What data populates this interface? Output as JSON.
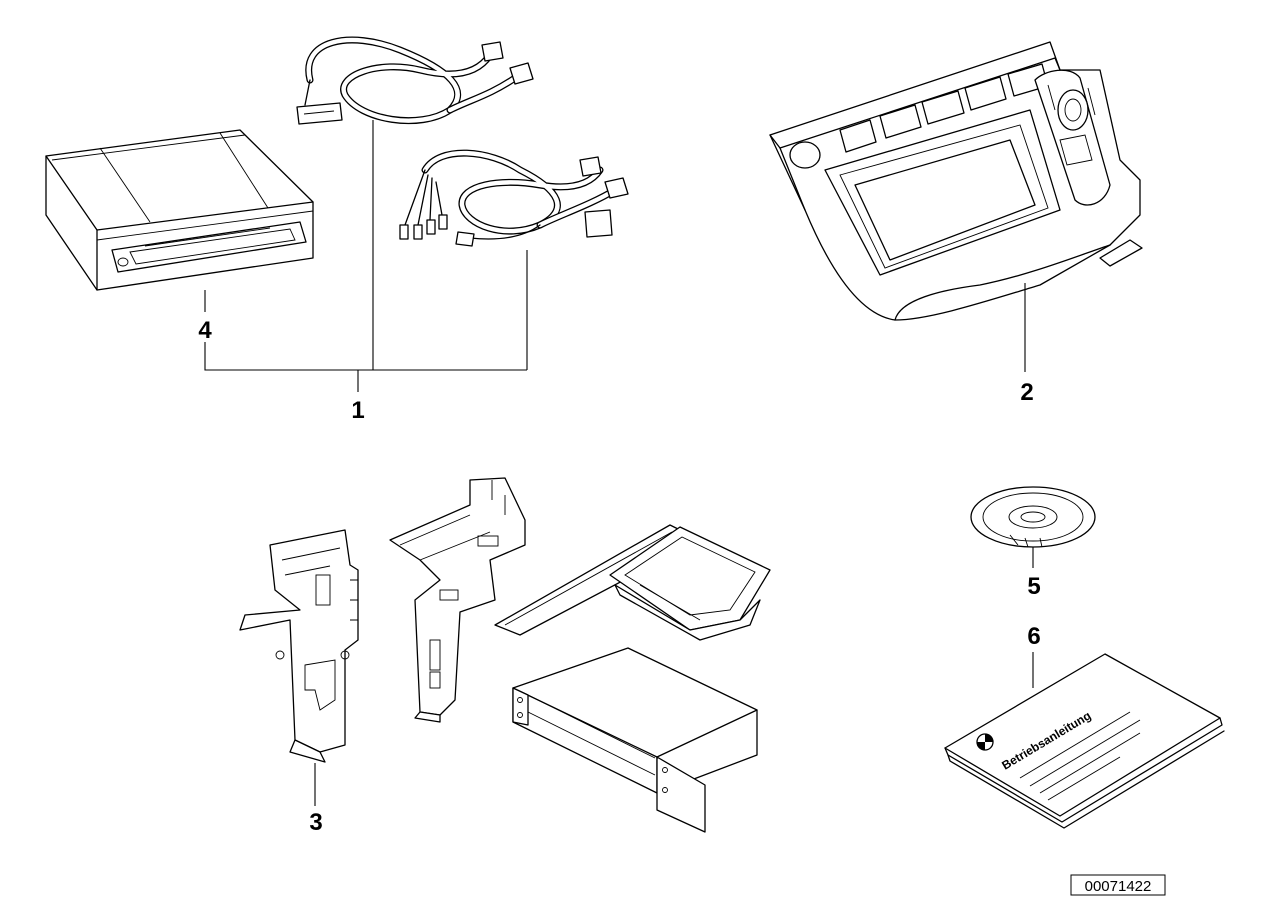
{
  "callouts": {
    "c1": "1",
    "c2": "2",
    "c3": "3",
    "c4": "4",
    "c5": "5",
    "c6": "6"
  },
  "manual": {
    "title": "Betriebsanleitung"
  },
  "document_id": "00071422"
}
